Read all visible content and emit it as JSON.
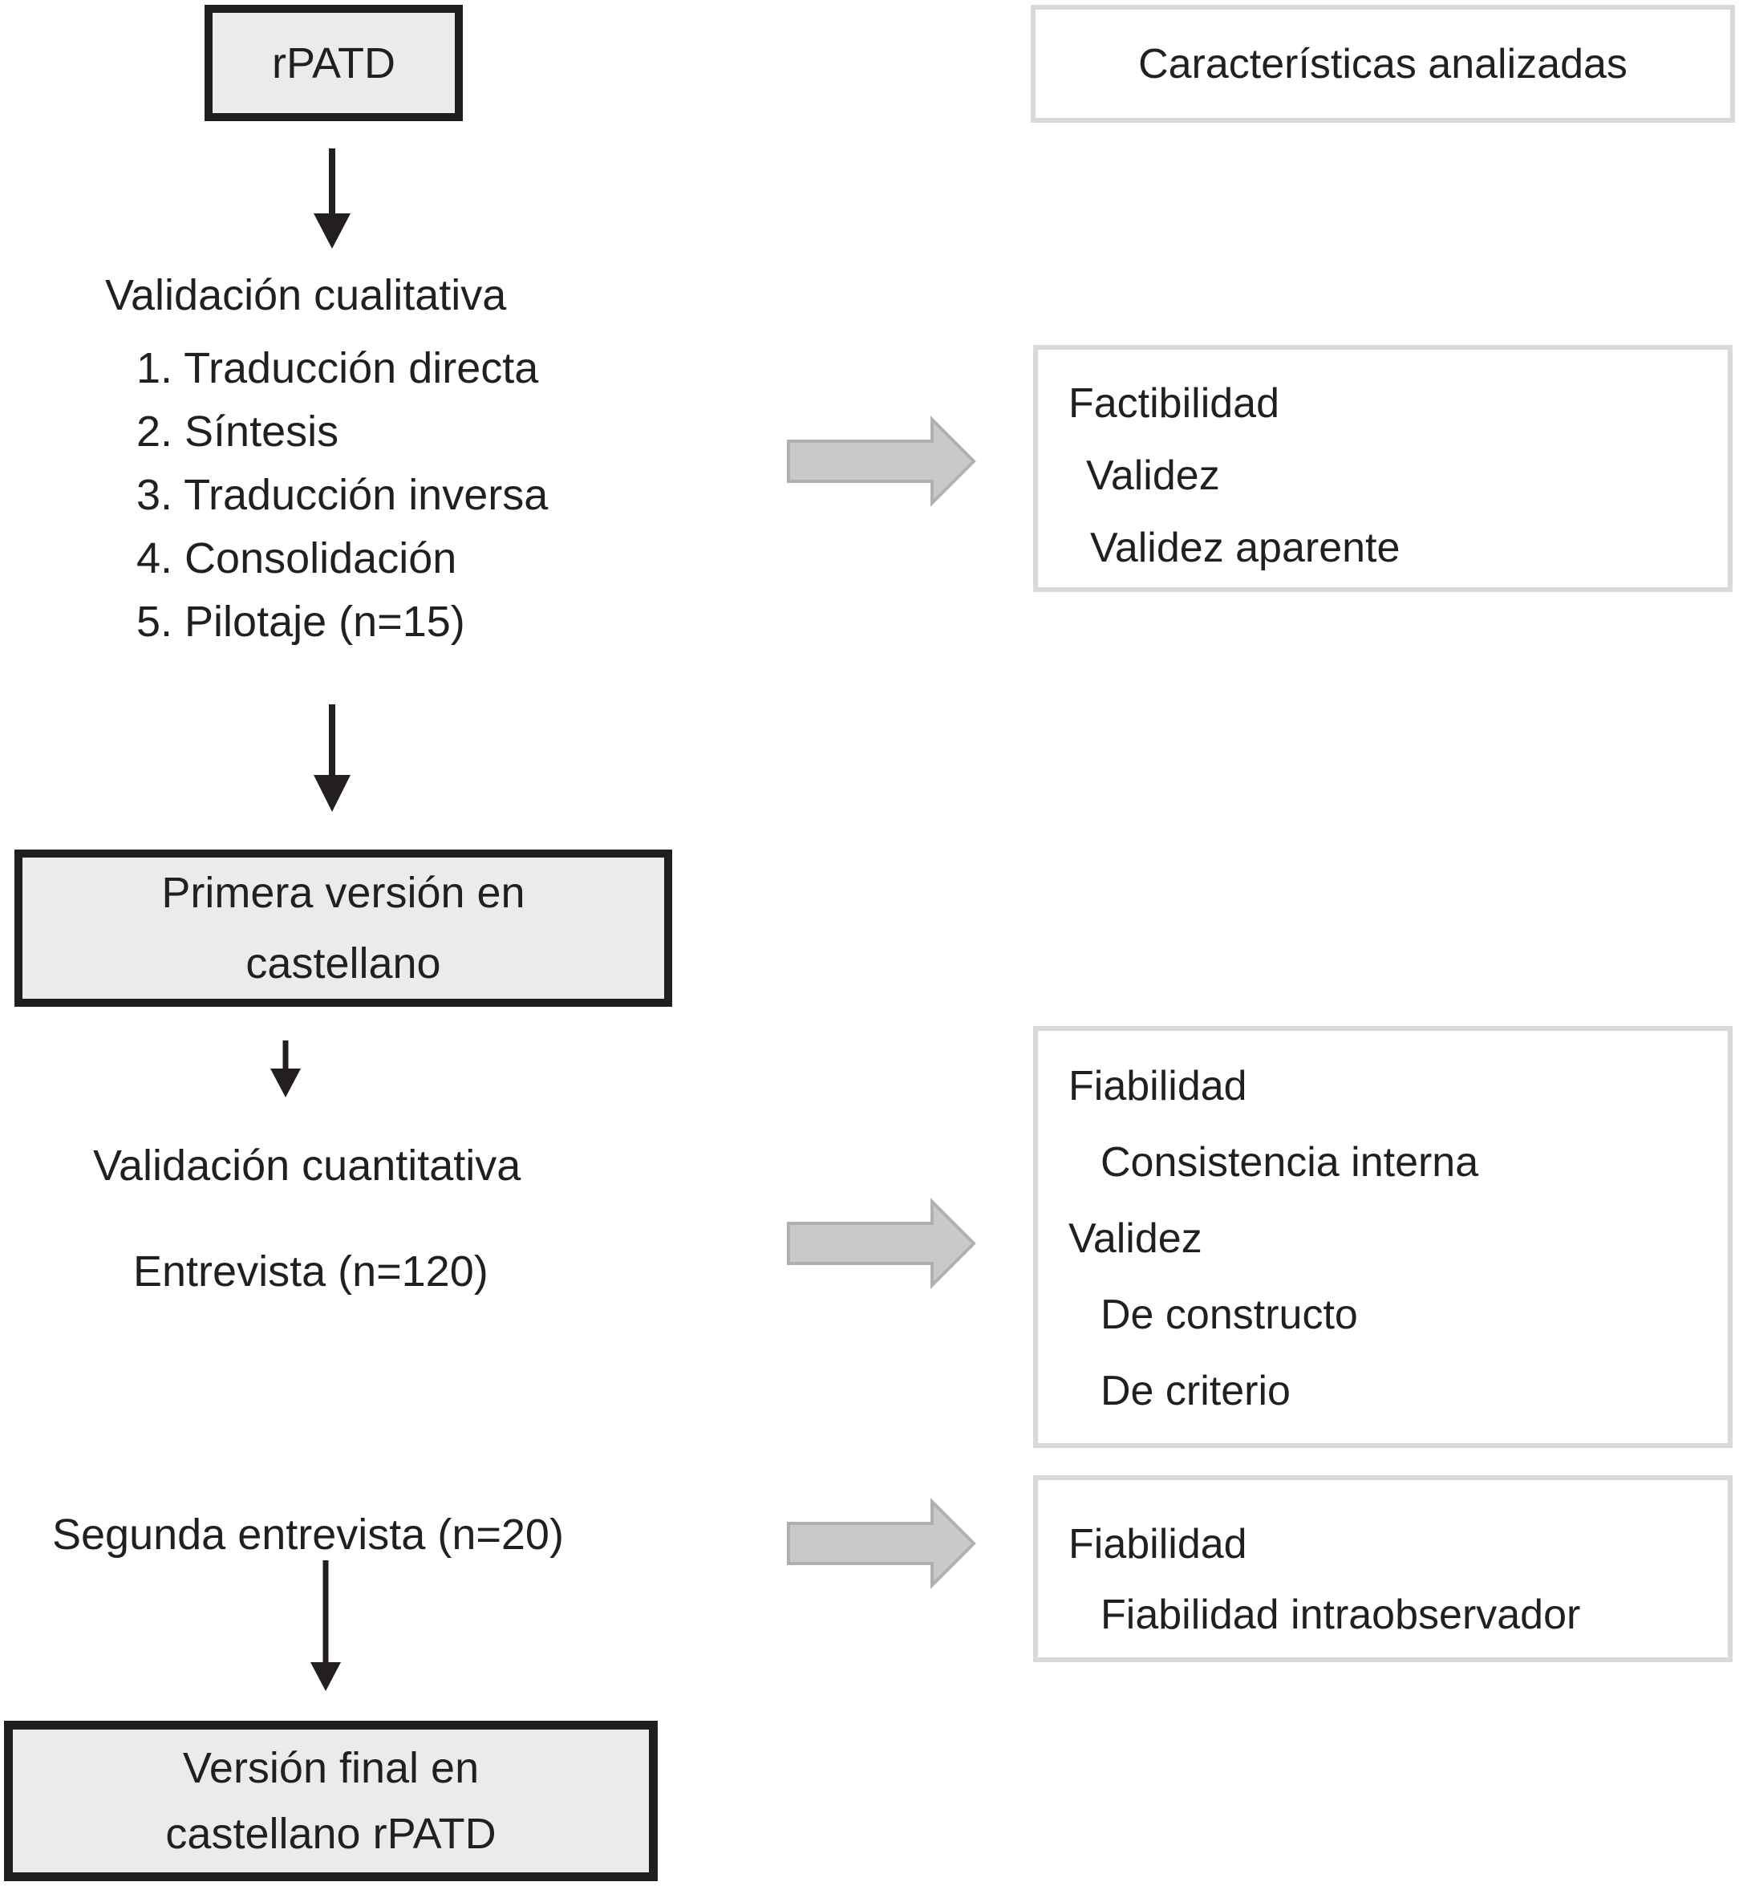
{
  "figure": {
    "type": "flowchart",
    "top_left_box": "rPATD",
    "top_right_box": "Características analizadas",
    "qualitative": {
      "title": "Validación cualitativa",
      "steps": [
        "1. Traducción directa",
        "2. Síntesis",
        "3. Traducción inversa",
        "4. Consolidación",
        "5. Pilotaje (n=15)"
      ]
    },
    "first_version_box": {
      "line1": "Primera versión en",
      "line2": "castellano"
    },
    "quantitative": {
      "title": "Validación cuantitativa",
      "interview": "Entrevista (n=120)",
      "second_interview": "Segunda entrevista (n=20)"
    },
    "final_version_box": {
      "line1": "Versión final en",
      "line2": "castellano rPATD"
    },
    "right_box_1": {
      "lines": [
        "Factibilidad",
        "Validez",
        "Validez aparente"
      ]
    },
    "right_box_2": {
      "lines": [
        "Fiabilidad",
        "Consistencia interna",
        "Validez",
        "De constructo",
        "De criterio"
      ]
    },
    "right_box_3": {
      "lines": [
        "Fiabilidad",
        "Fiabilidad intraobservador"
      ]
    },
    "icons": {
      "down_arrow": "down-arrow",
      "right_arrow": "right-block-arrow"
    },
    "colors": {
      "box_fill_grey": "#ebebeb",
      "box_border_dark": "#1f1f1f",
      "box_border_light": "#d9d9d9",
      "block_arrow_fill": "#c9c9c9",
      "block_arrow_stroke": "#b0b0b0",
      "arrow_black": "#231f20",
      "text": "#231f20",
      "background": "#ffffff"
    }
  }
}
